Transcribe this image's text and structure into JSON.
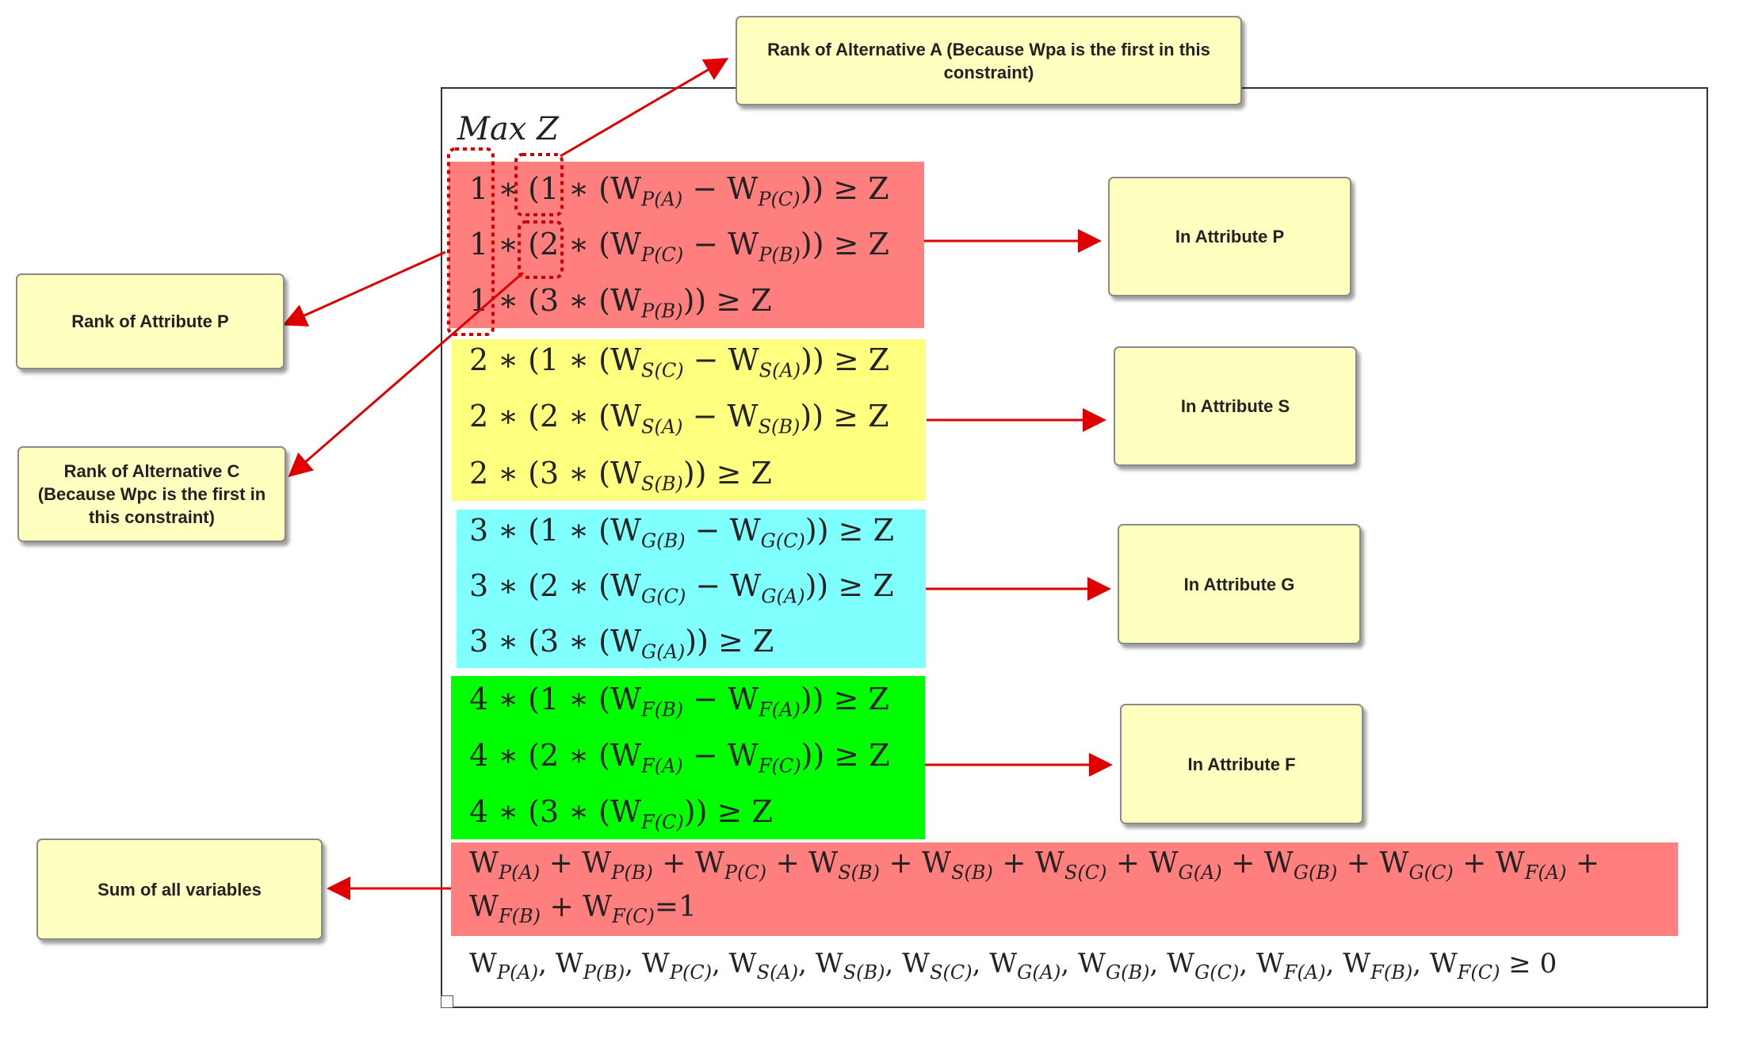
{
  "objective": "Max Z",
  "colors": {
    "red": "#ff7f7f",
    "yellow": "#ffff7f",
    "cyan": "#80ffff",
    "green": "#00ff00",
    "callout": "#ffffc0",
    "arrow": "#e00000"
  },
  "constraints": [
    {
      "name": "P",
      "color": "#ff7f7f",
      "lines": [
        "1 ∗ (1 ∗ (W_{P(A)} − W_{P(C)})) ≥ Z",
        "1 ∗ (2 ∗ (W_{P(C)} − W_{P(B)})) ≥ Z",
        "1 ∗ (3 ∗ (W_{P(B)})) ≥ Z"
      ]
    },
    {
      "name": "S",
      "color": "#ffff7f",
      "lines": [
        "2 ∗ (1 ∗ (W_{S(C)} − W_{S(A)})) ≥ Z",
        "2 ∗ (2 ∗ (W_{S(A)} − W_{S(B)})) ≥ Z",
        "2 ∗ (3 ∗ (W_{S(B)})) ≥ Z"
      ]
    },
    {
      "name": "G",
      "color": "#80ffff",
      "lines": [
        "3 ∗ (1 ∗ (W_{G(B)} − W_{G(C)})) ≥ Z",
        "3 ∗ (2 ∗ (W_{G(C)} − W_{G(A)})) ≥ Z",
        "3 ∗ (3 ∗ (W_{G(A)})) ≥ Z"
      ]
    },
    {
      "name": "F",
      "color": "#00ff00",
      "lines": [
        "4 ∗ (1 ∗ (W_{F(B)} − W_{F(A)})) ≥ Z",
        "4 ∗ (2 ∗ (W_{F(A)} − W_{F(C)})) ≥ Z",
        "4 ∗ (3 ∗ (W_{F(C)})) ≥ Z"
      ]
    }
  ],
  "sum_constraint": [
    "W_{P(A)} + W_{P(B)} + W_{P(C)} + W_{S(B)} + W_{S(B)} + W_{S(C)} + W_{G(A)} + W_{G(B)} + W_{G(C)} + W_{F(A)} +",
    "W_{F(B)} + W_{F(C)}=1"
  ],
  "nonnegativity": "W_{P(A)}, W_{P(B)}, W_{P(C)}, W_{S(A)}, W_{S(B)}, W_{S(C)}, W_{G(A)}, W_{G(B)}, W_{G(C)}, W_{F(A)}, W_{F(B)}, W_{F(C)} ≥ 0",
  "callouts": {
    "rank_alt_a": "Rank of Alternative A (Because Wpa is the first in this constraint)",
    "rank_attr_p": "Rank of Attribute P",
    "rank_alt_c": "Rank of Alternative C (Because Wpc is the first in this constraint)",
    "attr_p": "In Attribute P",
    "attr_s": "In Attribute S",
    "attr_g": "In Attribute G",
    "attr_f": "In Attribute F",
    "sum_all": "Sum of all variables"
  }
}
